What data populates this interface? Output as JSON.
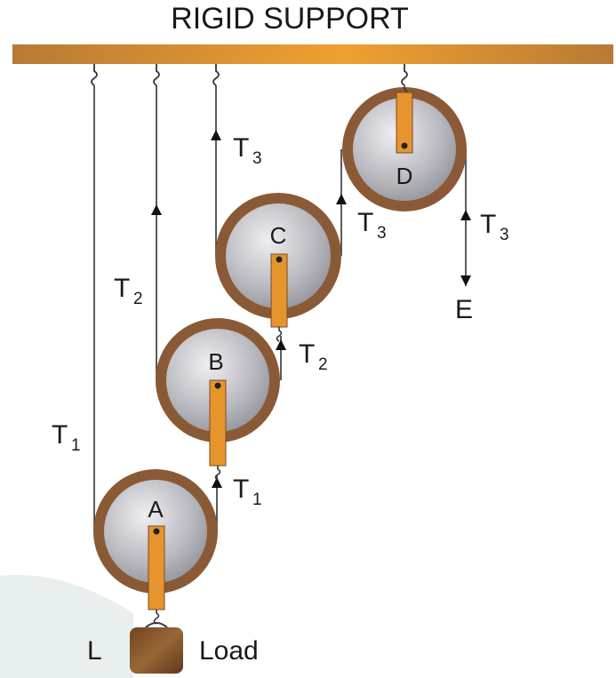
{
  "title": "RIGID SUPPORT",
  "pulleys": [
    {
      "id": "A",
      "label": "A"
    },
    {
      "id": "B",
      "label": "B"
    },
    {
      "id": "C",
      "label": "C"
    },
    {
      "id": "D",
      "label": "D"
    }
  ],
  "tensions": {
    "t1_left": {
      "main": "T",
      "sub": "1"
    },
    "t1_arrow": {
      "main": "T",
      "sub": "1"
    },
    "t2_left": {
      "main": "T",
      "sub": "2"
    },
    "t2_arrow": {
      "main": "T",
      "sub": "2"
    },
    "t3_top": {
      "main": "T",
      "sub": "3"
    },
    "t3_mid": {
      "main": "T",
      "sub": "3"
    },
    "t3_right": {
      "main": "T",
      "sub": "3"
    }
  },
  "effort": {
    "label": "E"
  },
  "load": {
    "letter": "L",
    "text": "Load"
  },
  "colors": {
    "support": "#c9842e",
    "rim": "#8a5a36",
    "disc": "#c0c0c6",
    "strap": "#e6952e",
    "rope": "#333333",
    "load": "#8a5a32"
  }
}
